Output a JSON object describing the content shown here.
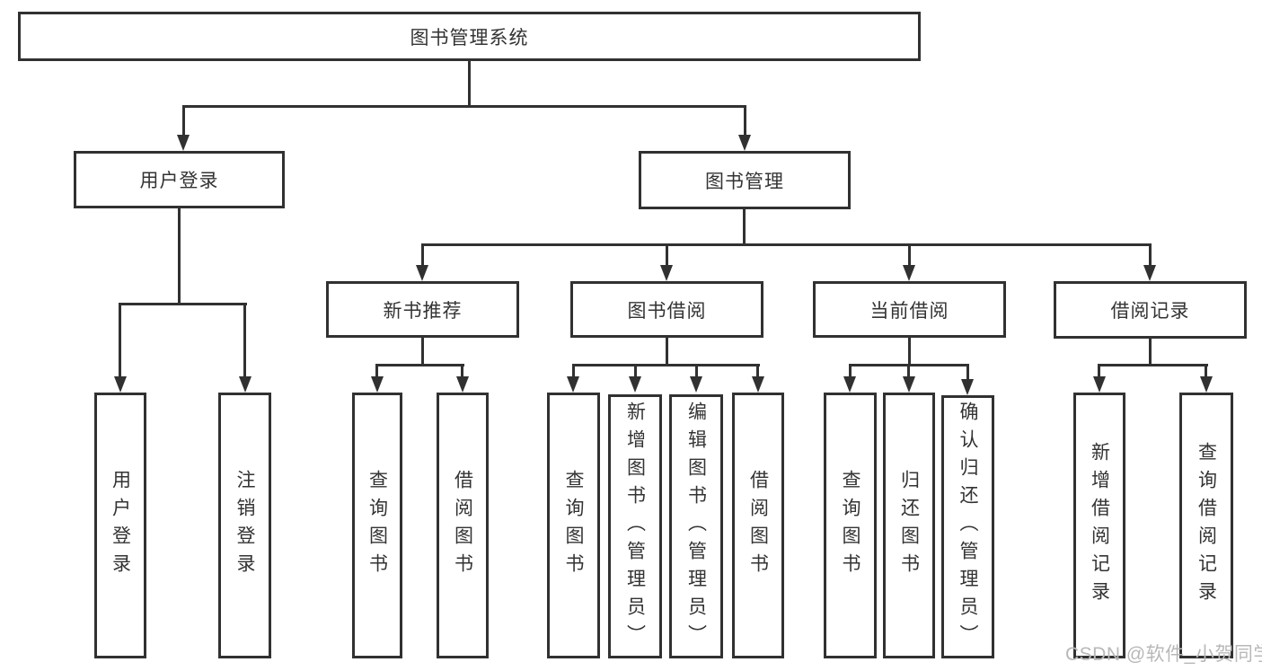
{
  "root": {
    "label": "图书管理系统"
  },
  "branches": {
    "user_login": {
      "label": "用户登录",
      "children": [
        {
          "label": "用户登录"
        },
        {
          "label": "注销登录"
        }
      ]
    },
    "book_mgmt": {
      "label": "图书管理",
      "sections": [
        {
          "label": "新书推荐",
          "children": [
            {
              "label": "查询图书"
            },
            {
              "label": "借阅图书"
            }
          ]
        },
        {
          "label": "图书借阅",
          "children": [
            {
              "label": "查询图书"
            },
            {
              "label": "新增图书（管理员）"
            },
            {
              "label": "编辑图书（管理员）"
            },
            {
              "label": "借阅图书"
            }
          ]
        },
        {
          "label": "当前借阅",
          "children": [
            {
              "label": "查询图书"
            },
            {
              "label": "归还图书"
            },
            {
              "label": "确认归还（管理员）"
            }
          ]
        },
        {
          "label": "借阅记录",
          "children": [
            {
              "label": "新增借阅记录"
            },
            {
              "label": "查询借阅记录"
            }
          ]
        }
      ]
    }
  },
  "watermark": {
    "text": "CSDN @软件_小贺同学"
  },
  "colors": {
    "line": "#313131",
    "text": "#333333",
    "watermark": "#b8b8b8",
    "background": "#ffffff"
  }
}
